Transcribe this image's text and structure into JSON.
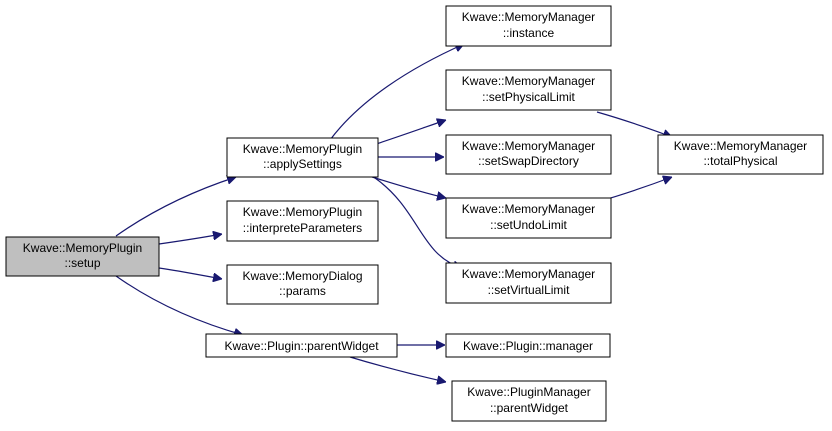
{
  "nodes": {
    "setup": {
      "lines": [
        "Kwave::MemoryPlugin",
        "::setup"
      ],
      "root": true
    },
    "applySettings": {
      "lines": [
        "Kwave::MemoryPlugin",
        "::applySettings"
      ]
    },
    "interpreteParameters": {
      "lines": [
        "Kwave::MemoryPlugin",
        "::interpreteParameters"
      ]
    },
    "params": {
      "lines": [
        "Kwave::MemoryDialog",
        "::params"
      ]
    },
    "parentWidget": {
      "lines": [
        "Kwave::Plugin::parentWidget"
      ]
    },
    "instance": {
      "lines": [
        "Kwave::MemoryManager",
        "::instance"
      ]
    },
    "setPhysicalLimit": {
      "lines": [
        "Kwave::MemoryManager",
        "::setPhysicalLimit"
      ]
    },
    "setSwapDirectory": {
      "lines": [
        "Kwave::MemoryManager",
        "::setSwapDirectory"
      ]
    },
    "setUndoLimit": {
      "lines": [
        "Kwave::MemoryManager",
        "::setUndoLimit"
      ]
    },
    "setVirtualLimit": {
      "lines": [
        "Kwave::MemoryManager",
        "::setVirtualLimit"
      ]
    },
    "totalPhysical": {
      "lines": [
        "Kwave::MemoryManager",
        "::totalPhysical"
      ]
    },
    "manager": {
      "lines": [
        "Kwave::Plugin::manager"
      ]
    },
    "pmParentWidget": {
      "lines": [
        "Kwave::PluginManager",
        "::parentWidget"
      ]
    }
  },
  "edges": [
    [
      "setup",
      "applySettings"
    ],
    [
      "setup",
      "interpreteParameters"
    ],
    [
      "setup",
      "params"
    ],
    [
      "setup",
      "parentWidget"
    ],
    [
      "applySettings",
      "instance"
    ],
    [
      "applySettings",
      "setPhysicalLimit"
    ],
    [
      "applySettings",
      "setSwapDirectory"
    ],
    [
      "applySettings",
      "setUndoLimit"
    ],
    [
      "applySettings",
      "setVirtualLimit"
    ],
    [
      "setPhysicalLimit",
      "totalPhysical"
    ],
    [
      "setUndoLimit",
      "totalPhysical"
    ],
    [
      "parentWidget",
      "manager"
    ],
    [
      "parentWidget",
      "pmParentWidget"
    ]
  ],
  "colors": {
    "edge": "#191970",
    "root_fill": "#bfbfbf",
    "node_fill": "#ffffff"
  }
}
